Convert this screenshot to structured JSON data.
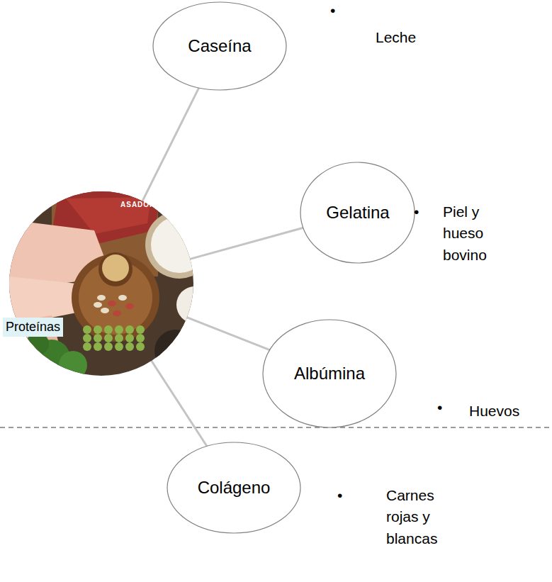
{
  "diagram": {
    "nodes": [
      {
        "text": [
          "Proteínas"
        ]
      },
      {
        "text": [
          "Caseína"
        ]
      },
      {
        "text": [
          "Gelatina"
        ]
      },
      {
        "text": [
          "Albúmina"
        ]
      },
      {
        "text": [
          "Colágeno"
        ]
      }
    ],
    "edges": [
      {
        "from": 0,
        "to": 1,
        "arrow": "none"
      },
      {
        "from": 0,
        "to": 2,
        "arrow": "none"
      },
      {
        "from": 0,
        "to": 3,
        "arrow": "none"
      },
      {
        "from": 0,
        "to": 4,
        "arrow": "none"
      }
    ],
    "labels": [
      "•",
      "Leche",
      "ASADOR",
      "•",
      "Piel y hueso bovino",
      "•",
      "Huevos",
      "•",
      "Carnes rojas y blancas"
    ]
  }
}
